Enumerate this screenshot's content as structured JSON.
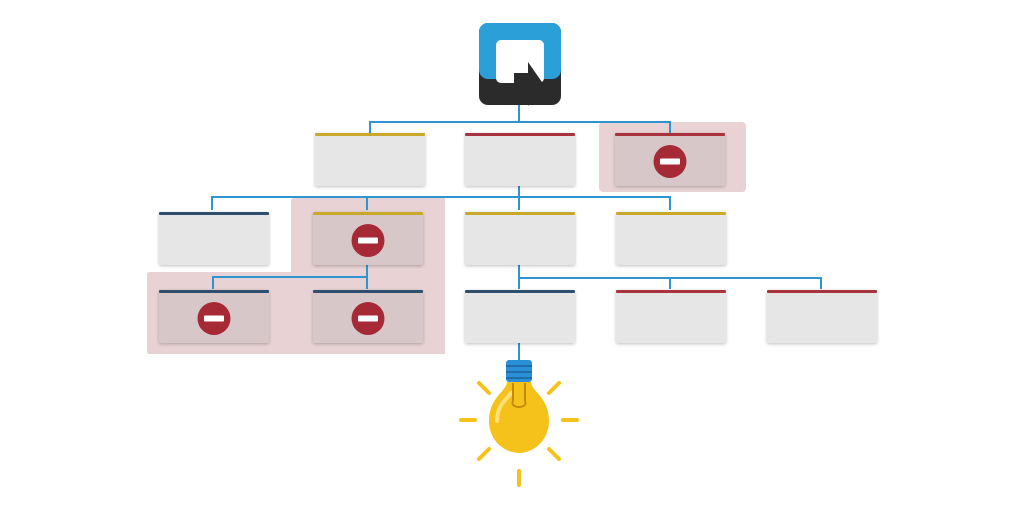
{
  "diagram": {
    "colors": {
      "background": "#ffffff",
      "connector": "#2f95d0",
      "card_fill": "#e6e6e6",
      "blocked_zone": "#e8d2d3",
      "blocked_card_fill": "#d8c7c8",
      "blocked_icon": "#a52a36",
      "accent_gold": "#c8a92e",
      "accent_red": "#a8323e",
      "accent_navy": "#2f4f6f",
      "bulb_yellow": "#f4c21b",
      "bulb_base_blue": "#2a8fd6",
      "logo_blue": "#2a9fd8",
      "logo_dark": "#2b2b2b"
    },
    "root": {
      "icon": "logo-icon"
    },
    "levels": [
      [
        {
          "id": "n1",
          "accent": "gold",
          "blocked": false
        },
        {
          "id": "n2",
          "accent": "red",
          "blocked": false
        },
        {
          "id": "n3",
          "accent": "red",
          "blocked": true
        }
      ],
      [
        {
          "id": "n4",
          "accent": "navy",
          "blocked": false
        },
        {
          "id": "n5",
          "accent": "gold",
          "blocked": true
        },
        {
          "id": "n6",
          "accent": "gold",
          "blocked": false
        },
        {
          "id": "n7",
          "accent": "gold",
          "blocked": false
        }
      ],
      [
        {
          "id": "n8",
          "accent": "navy",
          "blocked": true
        },
        {
          "id": "n9",
          "accent": "navy",
          "blocked": true
        },
        {
          "id": "n10",
          "accent": "navy",
          "blocked": false
        },
        {
          "id": "n11",
          "accent": "red",
          "blocked": false
        },
        {
          "id": "n12",
          "accent": "red",
          "blocked": false
        }
      ]
    ],
    "edges": [
      [
        "root",
        "n1"
      ],
      [
        "root",
        "n2"
      ],
      [
        "root",
        "n3"
      ],
      [
        "n2",
        "n4"
      ],
      [
        "n2",
        "n5"
      ],
      [
        "n2",
        "n6"
      ],
      [
        "n2",
        "n7"
      ],
      [
        "n5",
        "n8"
      ],
      [
        "n5",
        "n9"
      ],
      [
        "n6",
        "n10"
      ],
      [
        "n6",
        "n11"
      ],
      [
        "n6",
        "n12"
      ],
      [
        "n10",
        "bulb"
      ]
    ],
    "result": {
      "icon": "lightbulb-icon"
    },
    "icons": {
      "blocked": "no-entry-icon"
    }
  }
}
